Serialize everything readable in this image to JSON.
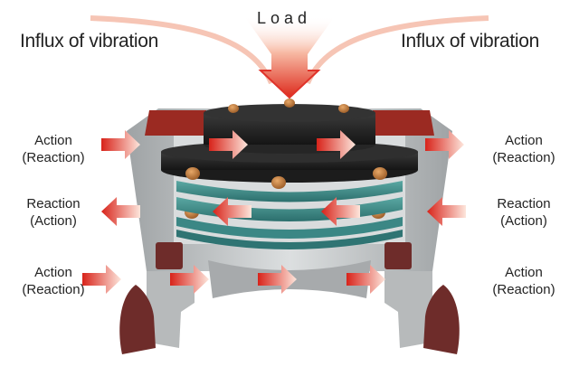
{
  "title": "Load",
  "top_labels": {
    "left": "Influx of vibration",
    "right": "Influx of vibration"
  },
  "side_labels": {
    "left": [
      {
        "line1": "Action",
        "line2": "(Reaction)",
        "arrow": "right"
      },
      {
        "line1": "Reaction",
        "line2": "(Action)",
        "arrow": "left"
      },
      {
        "line1": "Action",
        "line2": "(Reaction)",
        "arrow": "right"
      }
    ],
    "right": [
      {
        "line1": "Action",
        "line2": "(Reaction)",
        "arrow": "right"
      },
      {
        "line1": "Reaction",
        "line2": "(Action)",
        "arrow": "left"
      },
      {
        "line1": "Action",
        "line2": "(Reaction)",
        "arrow": "right"
      }
    ]
  },
  "colors": {
    "arrow_red": "#e0281c",
    "arrow_light": "#fbe3da",
    "housing_gray": "#b9bcbd",
    "disc_black": "#2a2a2a",
    "ring_teal": "#3e8f8c",
    "thread_red": "#9b2a22",
    "foot_maroon": "#6e2c2a",
    "ball_bronze": "#c07a3a"
  }
}
